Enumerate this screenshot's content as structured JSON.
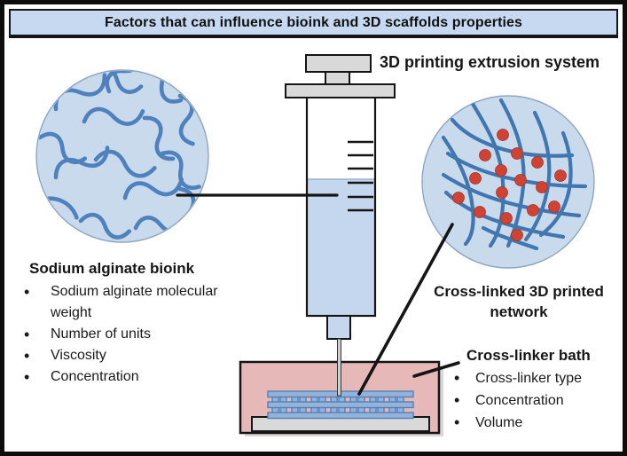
{
  "title": "Factors that can influence bioink and 3D scaffolds properties",
  "labels": {
    "extrusion_system": "3D printing extrusion system",
    "crosslinked_network": "Cross-linked 3D printed network"
  },
  "sodium_bioink": {
    "heading": "Sodium alginate bioink",
    "items": [
      "Sodium alginate molecular weight",
      "Number of units",
      "Viscosity",
      "Concentration"
    ]
  },
  "crosslinker_bath": {
    "heading": "Cross-linker bath",
    "items": [
      "Cross-linker type",
      "Concentration",
      "Volume"
    ]
  },
  "colors": {
    "title_bar_bg": "#c6d9f0",
    "circle_fill": "#cadaed",
    "circle_outline": "#8ba6c5",
    "polymer_chain": "#4f81bd",
    "crosslink_dot": "#cf4334",
    "syringe_gray": "#d9d9d9",
    "bioink_fill": "#c5d7ee",
    "bath_fill": "#e6b9b8",
    "scaffold_fill": "#95b3d7",
    "scaffold_stroke": "#4f81bd",
    "outline_black": "#151515"
  }
}
